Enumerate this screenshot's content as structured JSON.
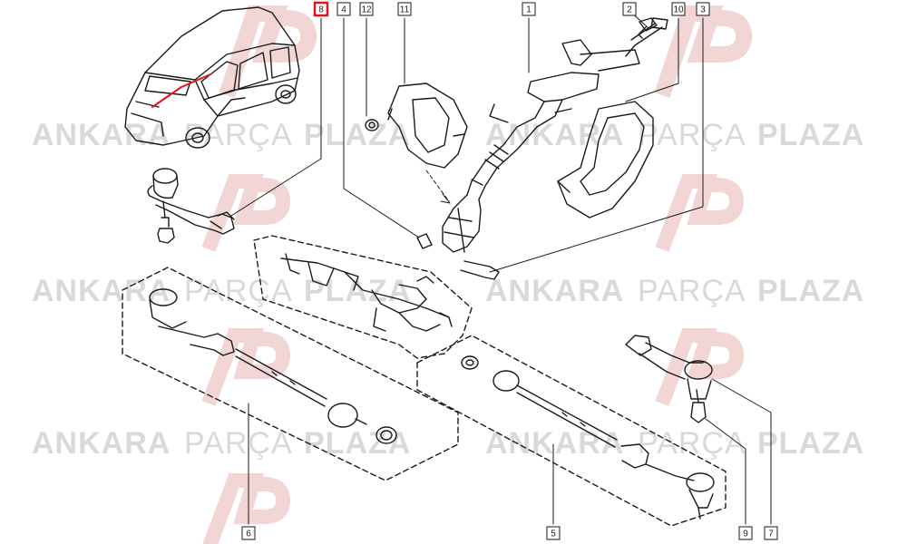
{
  "watermark": {
    "brand_a": "ANKARA",
    "brand_b": "PARÇA",
    "brand_c": "PLAZA",
    "color_text": "#d9d9d9",
    "color_logo": "#f2d5d5"
  },
  "callouts": [
    {
      "id": "c8",
      "label": "8",
      "highlighted": true
    },
    {
      "id": "c4",
      "label": "4",
      "highlighted": false
    },
    {
      "id": "c12",
      "label": "12",
      "highlighted": false
    },
    {
      "id": "c11",
      "label": "11",
      "highlighted": false
    },
    {
      "id": "c1",
      "label": "1",
      "highlighted": false
    },
    {
      "id": "c2",
      "label": "2",
      "highlighted": false
    },
    {
      "id": "c10",
      "label": "10",
      "highlighted": false
    },
    {
      "id": "c3",
      "label": "3",
      "highlighted": false
    },
    {
      "id": "c6",
      "label": "6",
      "highlighted": false
    },
    {
      "id": "c5",
      "label": "5",
      "highlighted": false
    },
    {
      "id": "c9",
      "label": "9",
      "highlighted": false
    },
    {
      "id": "c7",
      "label": "7",
      "highlighted": false
    }
  ],
  "colors": {
    "line": "#1a1a1a",
    "highlight": "#e0141e",
    "callout_bg": "#ffffff"
  }
}
